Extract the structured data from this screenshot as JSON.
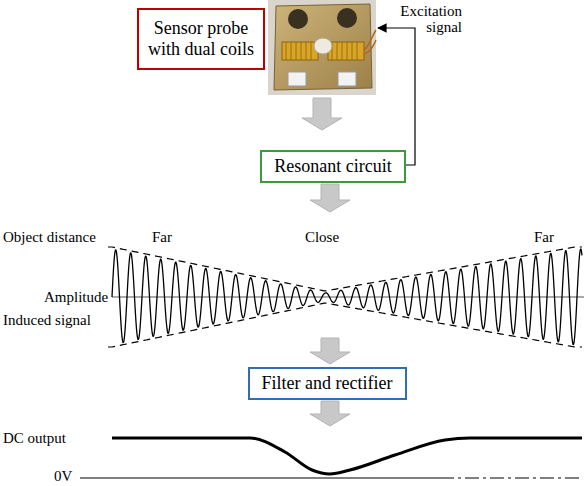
{
  "diagram": {
    "nodes": [
      {
        "text": [
          "Sensor probe with dual coils"
        ]
      },
      {
        "text": [
          "Resonant circuit"
        ]
      },
      {
        "text": [
          "Filter and rectifier"
        ]
      }
    ],
    "labels": [
      "Excitation signal",
      "Object distance",
      "Far",
      "Close",
      "Far",
      "Amplitude",
      "Induced signal",
      "DC output",
      "0V"
    ]
  }
}
